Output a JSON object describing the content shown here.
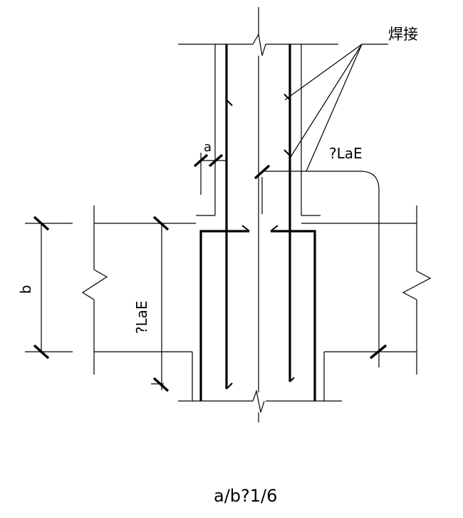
{
  "labels": {
    "weld": "焊接",
    "anchor_top": "?LaE",
    "anchor_left": "?LaE",
    "offset_a": "a",
    "beam_b": "b",
    "caption": "a/b?1/6"
  }
}
